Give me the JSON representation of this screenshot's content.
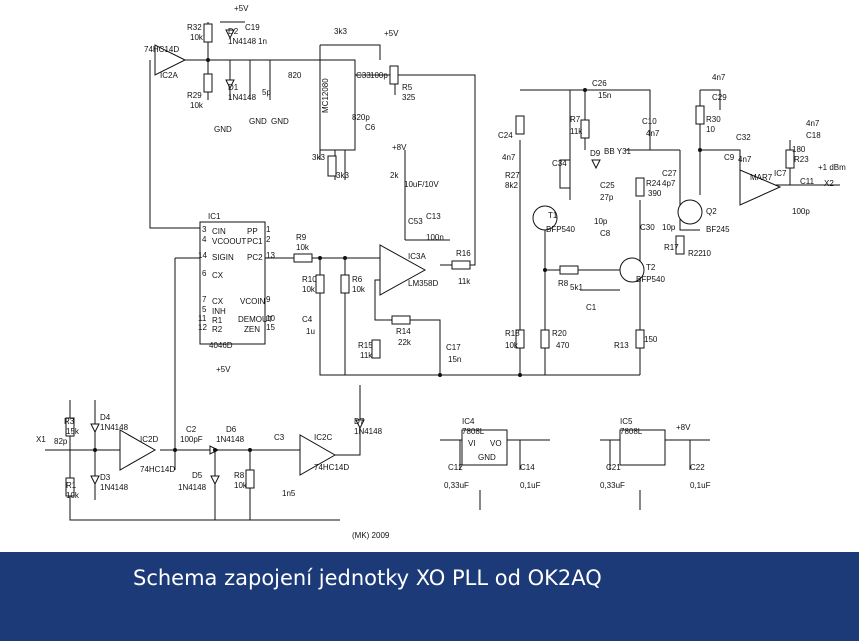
{
  "caption": "Schema zapojení jednotky XO PLL od OK2AQ",
  "signature": "(MK) 2009",
  "colors": {
    "caption_band": "#1d3a78",
    "caption_text": "#ffffff",
    "ink": "#111111"
  },
  "labels": {
    "ic2a": "74HC14D",
    "ic2a_name": "IC2A",
    "r32": "R32",
    "r32v": "10k",
    "r29": "R29",
    "r29v": "10k",
    "d2": "D2",
    "d2v": "1N4148",
    "d1": "D1",
    "d1v": "1N4148",
    "c19": "C19",
    "c19v": "1n",
    "v5a": "+5V",
    "c5": "5p",
    "c820": "820",
    "gnd1": "GND",
    "gnd2": "GND",
    "gnd3": "GND",
    "mc": "MC12080",
    "r3k3a": "3k3",
    "r3k3b": "3k3",
    "r3k3c": "3k3",
    "v5b": "+5V",
    "c33": "C33",
    "c33v": "100p",
    "r5": "R5",
    "r5v": "325",
    "c6": "C6",
    "c6v": "820p",
    "ic1": "IC1",
    "ic1_part": "4046D",
    "p_cin": "CIN",
    "p_vcoout": "VCOOUT",
    "p_sigin": "SIGIN",
    "p_cx1": "CX",
    "p_cx2": "CX",
    "p_inh": "INH",
    "p_r1": "R1",
    "p_r2": "R2",
    "p_pp": "PP",
    "p_pc1": "PC1",
    "p_pc2": "PC2",
    "p_vcoin": "VCOIN",
    "p_demout": "DEMOUT",
    "p_zen": "ZEN",
    "n3": "3",
    "n4": "4",
    "n14": "14",
    "n6": "6",
    "n7": "7",
    "n5": "5",
    "n11": "11",
    "n12": "12",
    "n1": "1",
    "n2": "2",
    "n13": "13",
    "n9": "9",
    "n10": "10",
    "n15": "15",
    "r9": "R9",
    "r9v": "10k",
    "r10": "R10",
    "r10v": "10k",
    "r6": "R6",
    "r6v": "10k",
    "c4": "C4",
    "c4v": "1u",
    "ic3a": "IC3A",
    "lm": "LM358D",
    "r16": "R16",
    "r16v": "11k",
    "r14": "R14",
    "r14v": "22k",
    "r15": "R15",
    "r15v": "11k",
    "c17": "C17",
    "c17v": "15n",
    "c53": "C53",
    "c53v": "10uF/10V",
    "c13": "C13",
    "c13v": "100n",
    "r2k": "2k",
    "v8": "+8V",
    "r7": "R7",
    "r7v": "11k",
    "c26": "C26",
    "c26v": "15n",
    "c10": "C10",
    "c10v": "4n7",
    "c24": "C24",
    "c24v": "4n7",
    "r27": "R27",
    "r27v": "8k2",
    "c34": "C34",
    "d9": "D9",
    "bb": "BB Y31",
    "c25": "C25",
    "c25v": "27p",
    "c8": "C8",
    "c8v": "10p",
    "r24": "R24",
    "r24v": "390",
    "t1": "T1",
    "t1v": "BFP540",
    "t2": "T2",
    "t2v": "BFP540",
    "r18": "R18",
    "r18v": "10k",
    "r20": "R20",
    "r20v": "470",
    "r13": "R13",
    "r13v": "150",
    "c1": "C1",
    "r8": "R8",
    "r8v": "5k1",
    "c27": "C27",
    "c27v": "4p7",
    "c30": "C30",
    "c30v": "10p",
    "q2": "Q2",
    "q2v": "BF245",
    "r17": "R17",
    "r22": "R22",
    "r22v": "10",
    "r30": "R30",
    "r30v": "10",
    "c29": "C29",
    "c29v": "4n7",
    "c9": "C9",
    "c32": "C32",
    "c32v": "4n7",
    "mar": "MAR7",
    "ic7": "IC7",
    "c11": "C11",
    "c11v": "100p",
    "r23": "R23",
    "r23v": "180",
    "c18": "C18",
    "c18v": "4n7",
    "dbm": "+1 dBm",
    "x2": "X2",
    "x1": "X1",
    "c82": "82p",
    "r3": "R3",
    "r3v": "15k",
    "r1": "R1",
    "r1v": "10k",
    "d4": "D4",
    "d4v": "1N4148",
    "d3": "D3",
    "d3v": "1N4148",
    "ic2d": "IC2D",
    "ic2d_p": "74HC14D",
    "c2": "C2",
    "c2v": "100pF",
    "d6": "D6",
    "d6v": "1N4148",
    "d5": "D5",
    "d5v": "1N4148",
    "r8b": "R8",
    "r8bv": "10k",
    "c3": "C3",
    "c3v": "1n5",
    "ic2c": "IC2C",
    "ic2c_p": "74HC14D",
    "d7": "D7",
    "d7v": "1N4148",
    "ic4": "IC4",
    "ic4v": "7808L",
    "ic5": "IC5",
    "ic5v": "7808L",
    "c12": "C12",
    "c12v": "0,33uF",
    "c14": "C14",
    "c14v": "0,1uF",
    "c21": "C21",
    "c21v": "0,33uF",
    "c22": "C22",
    "c22v": "0,1uF",
    "vi": "VI",
    "vo": "VO",
    "gnd": "GND",
    "v5c": "+5V",
    "v8b": "+8V"
  }
}
